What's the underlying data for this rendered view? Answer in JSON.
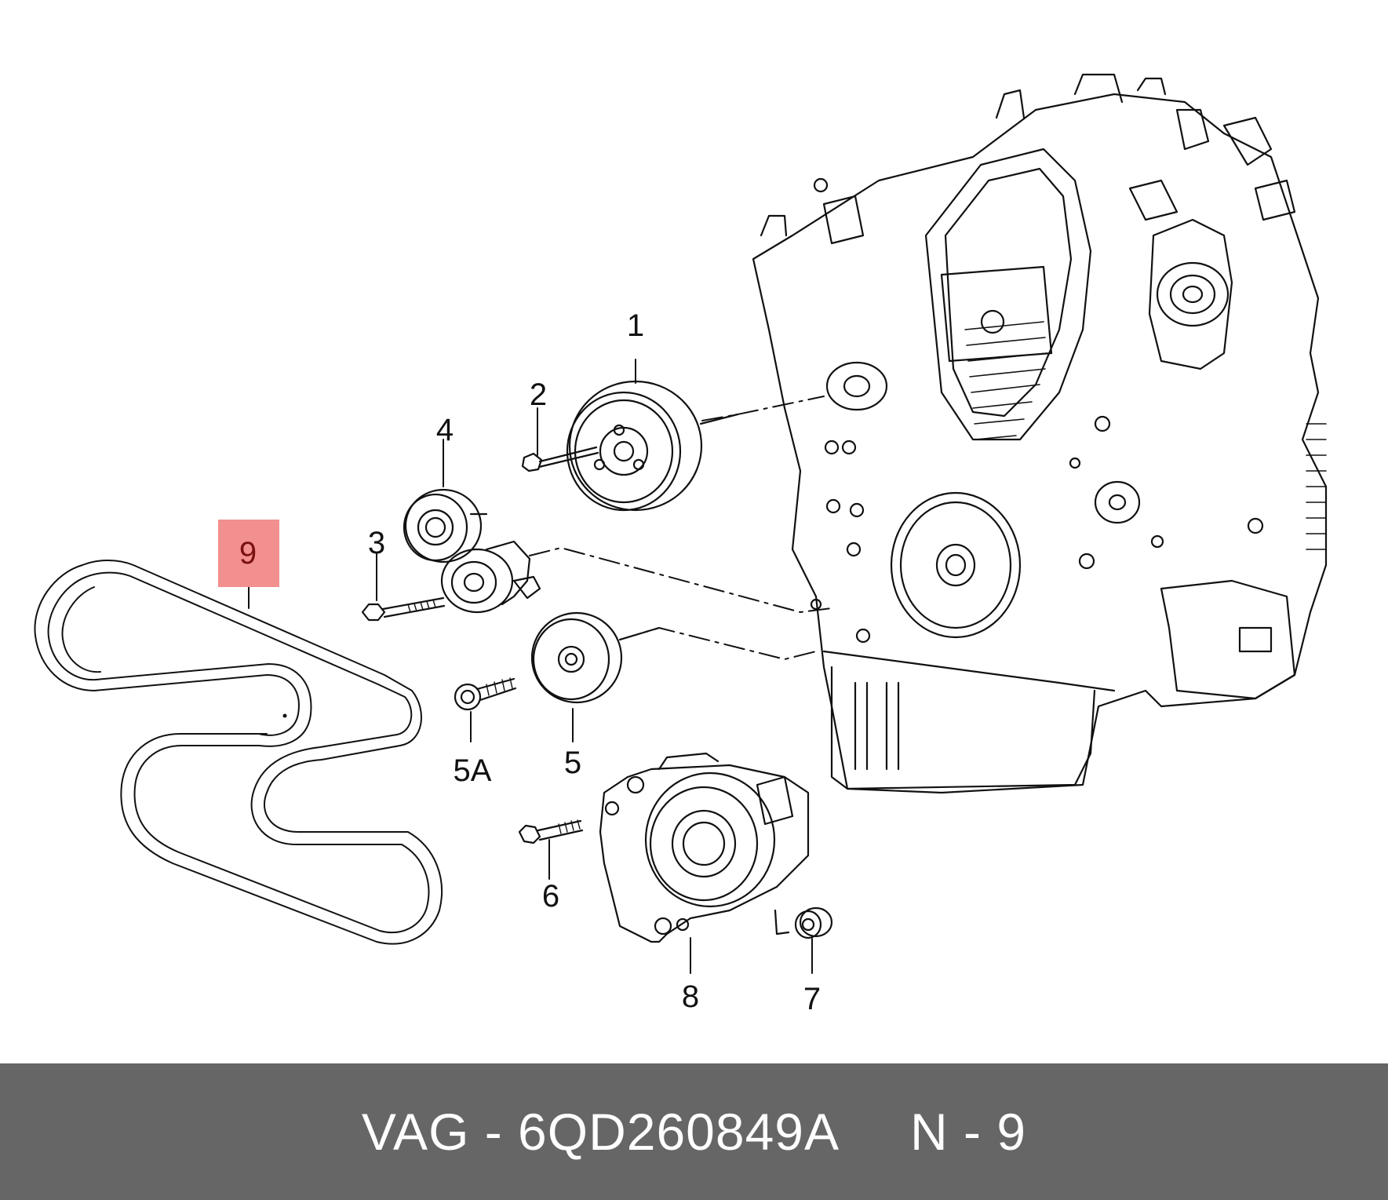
{
  "diagram": {
    "callouts": {
      "c1": "1",
      "c2": "2",
      "c3": "3",
      "c4": "4",
      "c5": "5",
      "c5a": "5A",
      "c6": "6",
      "c7": "7",
      "c8": "8",
      "c9": "9"
    },
    "highlight_color": "#f28f8f"
  },
  "footer": {
    "part_ref": "VAG - 6QD260849A",
    "position_ref": "N - 9",
    "background": "#666666"
  }
}
